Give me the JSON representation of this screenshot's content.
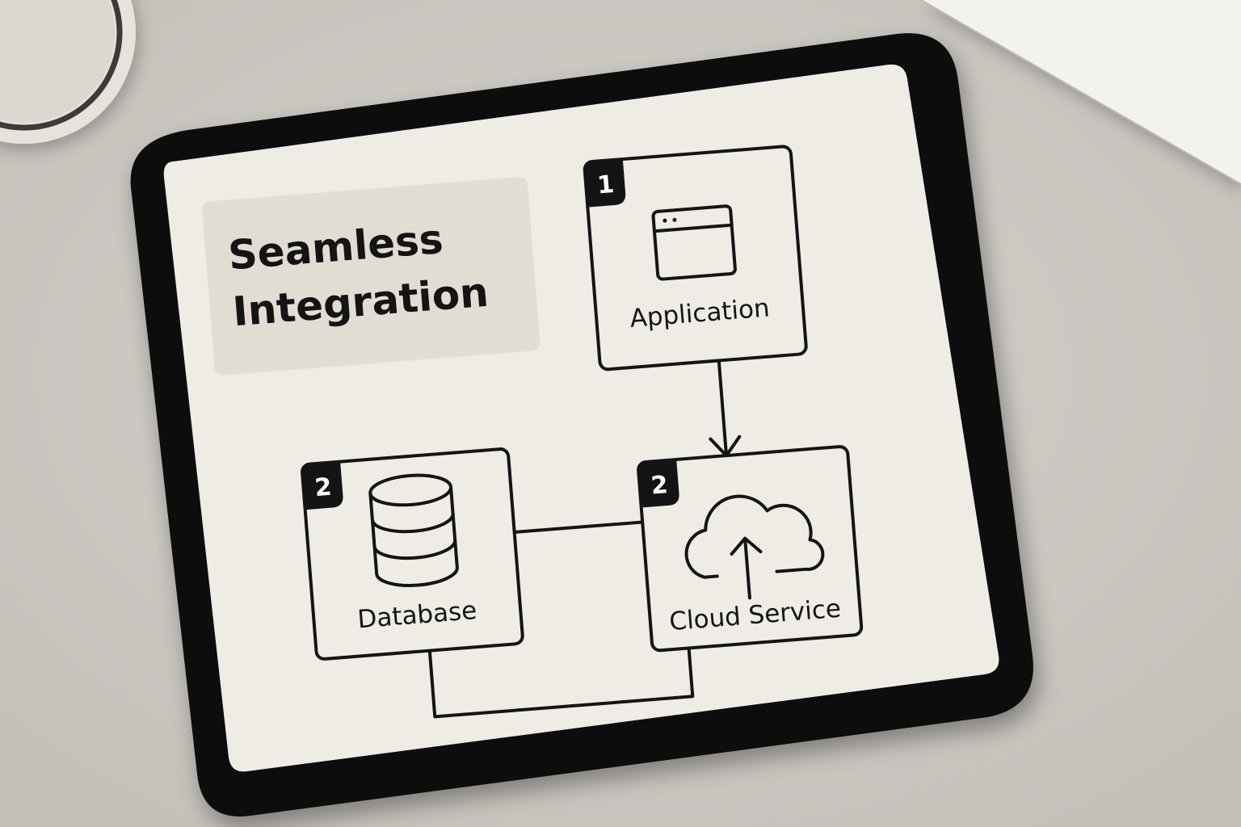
{
  "title": {
    "line1": "Seamless",
    "line2": "Integration"
  },
  "nodes": {
    "application": {
      "badge": "1",
      "label": "Application",
      "icon": "browser-window-icon"
    },
    "database": {
      "badge": "2",
      "label": "Database",
      "icon": "database-icon"
    },
    "cloud_service": {
      "badge": "2",
      "label": "Cloud Service",
      "icon": "cloud-upload-icon"
    }
  },
  "colors": {
    "desk": "#cdc9c4",
    "bezel": "#0b0b0b",
    "screen": "#efece6",
    "title_box": "#e2ddd3",
    "ink": "#141414"
  }
}
